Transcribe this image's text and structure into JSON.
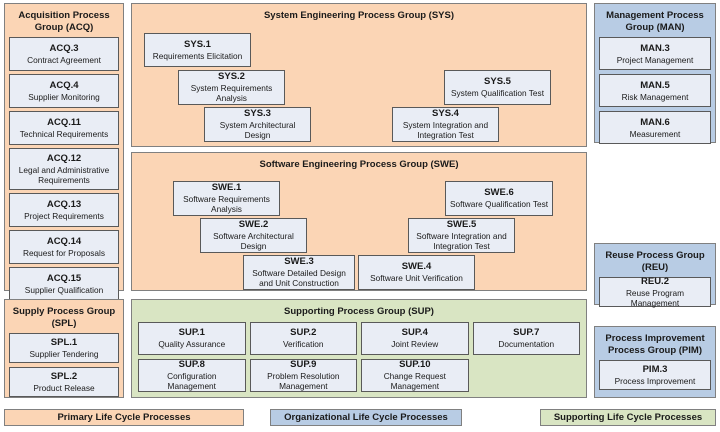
{
  "colors": {
    "primary_fill": "#fbd5b5",
    "organizational_fill": "#b8cce4",
    "supporting_fill": "#d9e5c3",
    "process_box_fill": "#e9edf5",
    "border": "#595959"
  },
  "groups": {
    "acq": {
      "title": "Acquisition Process Group (ACQ)",
      "processes": [
        {
          "id": "ACQ.3",
          "name": "Contract Agreement"
        },
        {
          "id": "ACQ.4",
          "name": "Supplier Monitoring"
        },
        {
          "id": "ACQ.11",
          "name": "Technical Requirements"
        },
        {
          "id": "ACQ.12",
          "name": "Legal and Administrative Requirements"
        },
        {
          "id": "ACQ.13",
          "name": "Project Requirements"
        },
        {
          "id": "ACQ.14",
          "name": "Request for Proposals"
        },
        {
          "id": "ACQ.15",
          "name": "Supplier Qualification"
        }
      ]
    },
    "spl": {
      "title": "Supply Process Group (SPL)",
      "processes": [
        {
          "id": "SPL.1",
          "name": "Supplier Tendering"
        },
        {
          "id": "SPL.2",
          "name": "Product Release"
        }
      ]
    },
    "sys": {
      "title": "System Engineering Process Group (SYS)",
      "processes": [
        {
          "id": "SYS.1",
          "name": "Requirements Elicitation"
        },
        {
          "id": "SYS.2",
          "name": "System Requirements Analysis"
        },
        {
          "id": "SYS.3",
          "name": "System Architectural Design"
        },
        {
          "id": "SYS.4",
          "name": "System Integration and Integration Test"
        },
        {
          "id": "SYS.5",
          "name": "System Qualification Test"
        }
      ]
    },
    "swe": {
      "title": "Software Engineering Process Group (SWE)",
      "processes": [
        {
          "id": "SWE.1",
          "name": "Software Requirements Analysis"
        },
        {
          "id": "SWE.2",
          "name": "Software Architectural Design"
        },
        {
          "id": "SWE.3",
          "name": "Software Detailed Design and Unit Construction"
        },
        {
          "id": "SWE.4",
          "name": "Software Unit Verification"
        },
        {
          "id": "SWE.5",
          "name": "Software Integration and Integration Test"
        },
        {
          "id": "SWE.6",
          "name": "Software Qualification Test"
        }
      ]
    },
    "sup": {
      "title": "Supporting Process Group (SUP)",
      "processes": [
        {
          "id": "SUP.1",
          "name": "Quality Assurance"
        },
        {
          "id": "SUP.2",
          "name": "Verification"
        },
        {
          "id": "SUP.4",
          "name": "Joint Review"
        },
        {
          "id": "SUP.7",
          "name": "Documentation"
        },
        {
          "id": "SUP.8",
          "name": "Configuration Management"
        },
        {
          "id": "SUP.9",
          "name": "Problem Resolution Management"
        },
        {
          "id": "SUP.10",
          "name": "Change Request Management"
        }
      ]
    },
    "man": {
      "title": "Management Process Group (MAN)",
      "processes": [
        {
          "id": "MAN.3",
          "name": "Project Management"
        },
        {
          "id": "MAN.5",
          "name": "Risk Management"
        },
        {
          "id": "MAN.6",
          "name": "Measurement"
        }
      ]
    },
    "reu": {
      "title": "Reuse Process Group (REU)",
      "processes": [
        {
          "id": "REU.2",
          "name": "Reuse Program Management"
        }
      ]
    },
    "pim": {
      "title": "Process Improvement Process Group (PIM)",
      "processes": [
        {
          "id": "PIM.3",
          "name": "Process Improvement"
        }
      ]
    }
  },
  "legend": {
    "primary": "Primary Life Cycle Processes",
    "organizational": "Organizational Life Cycle Processes",
    "supporting": "Supporting Life Cycle Processes"
  }
}
